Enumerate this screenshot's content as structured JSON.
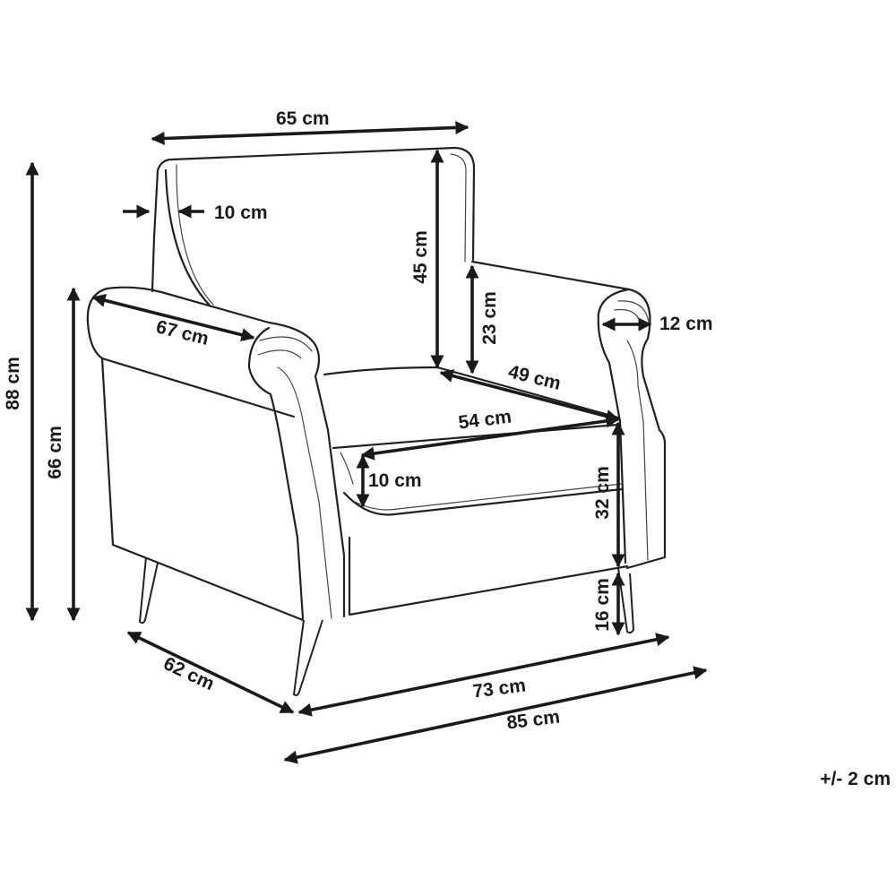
{
  "dimensions": {
    "backrest_width": "65 cm",
    "backrest_depth": "10 cm",
    "total_height": "88 cm",
    "arm_height": "66 cm",
    "arm_depth": "67 cm",
    "backrest_height": "45 cm",
    "backrest_above_arm": "23 cm",
    "arm_width": "12 cm",
    "seat_depth_inner": "49 cm",
    "seat_width": "54 cm",
    "cushion_height": "10 cm",
    "seat_height": "32 cm",
    "leg_height": "16 cm",
    "depth": "62 cm",
    "inner_width": "73 cm",
    "total_width": "85 cm"
  },
  "tolerance": "+/- 2 cm"
}
